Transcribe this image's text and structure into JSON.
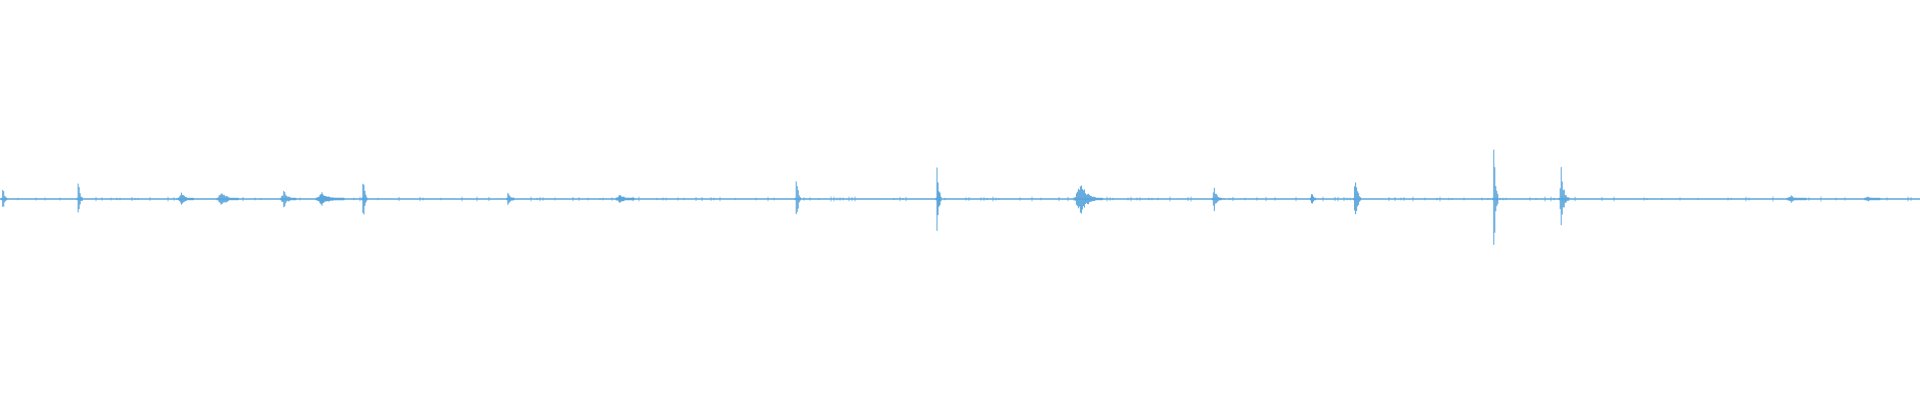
{
  "waveform": {
    "color": "#5aa5db",
    "background": "#ffffff",
    "duration_s": 30.0,
    "baseline_amplitude": 0.01,
    "events": [
      {
        "t": 0.05,
        "amp": 0.09,
        "dur": 0.08
      },
      {
        "t": 1.23,
        "amp": 0.12,
        "dur": 0.1
      },
      {
        "t": 2.85,
        "amp": 0.04,
        "dur": 0.25
      },
      {
        "t": 3.48,
        "amp": 0.04,
        "dur": 0.35
      },
      {
        "t": 4.45,
        "amp": 0.05,
        "dur": 0.25
      },
      {
        "t": 5.05,
        "amp": 0.04,
        "dur": 0.45
      },
      {
        "t": 5.68,
        "amp": 0.16,
        "dur": 0.1
      },
      {
        "t": 7.95,
        "amp": 0.05,
        "dur": 0.12
      },
      {
        "t": 9.7,
        "amp": 0.03,
        "dur": 0.3
      },
      {
        "t": 12.45,
        "amp": 0.18,
        "dur": 0.1
      },
      {
        "t": 14.65,
        "amp": 0.21,
        "dur": 0.1
      },
      {
        "t": 16.9,
        "amp": 0.09,
        "dur": 0.45
      },
      {
        "t": 18.98,
        "amp": 0.07,
        "dur": 0.15
      },
      {
        "t": 20.5,
        "amp": 0.05,
        "dur": 0.08
      },
      {
        "t": 21.18,
        "amp": 0.17,
        "dur": 0.12
      },
      {
        "t": 23.35,
        "amp": 0.36,
        "dur": 0.1
      },
      {
        "t": 24.4,
        "amp": 0.18,
        "dur": 0.15
      },
      {
        "t": 28.0,
        "amp": 0.02,
        "dur": 0.3
      },
      {
        "t": 29.2,
        "amp": 0.02,
        "dur": 0.25
      }
    ]
  }
}
